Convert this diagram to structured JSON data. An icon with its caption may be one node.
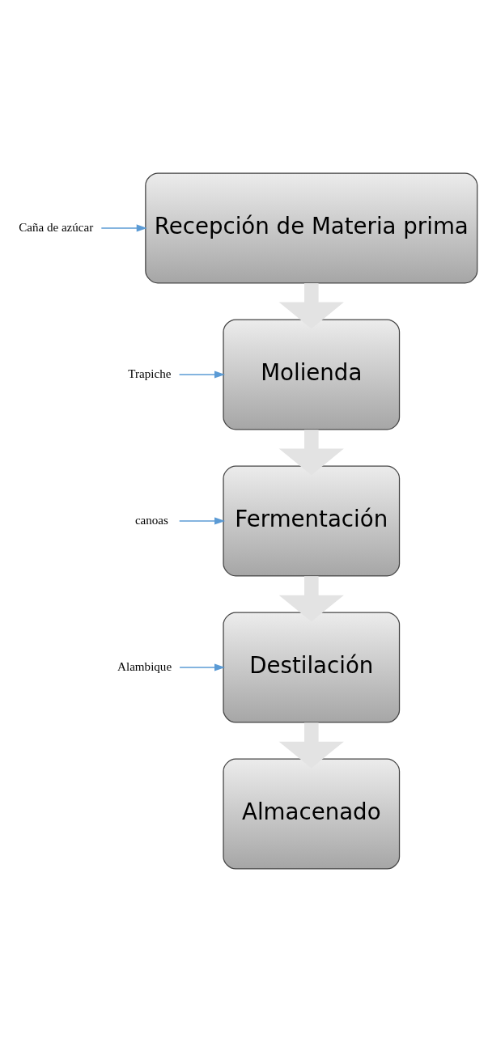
{
  "diagram": {
    "nodes": [
      {
        "text": [
          "Caña de azúcar"
        ]
      },
      {
        "text": [
          "Recepción de Materia prima"
        ]
      },
      {
        "text": [
          "Trapiche"
        ]
      },
      {
        "text": [
          "Molienda"
        ]
      },
      {
        "text": [
          "canoas"
        ]
      },
      {
        "text": [
          "Fermentación"
        ]
      },
      {
        "text": [
          "Alambique"
        ]
      },
      {
        "text": [
          "Destilación"
        ]
      },
      {
        "text": [
          "Almacenado"
        ]
      }
    ],
    "edges": [
      {
        "from": 0,
        "to": 1,
        "arrow": "to",
        "color": "#5b9bd5"
      },
      {
        "from": 1,
        "to": 3,
        "arrow": "to",
        "style": "thick",
        "color": "#e3e3e3"
      },
      {
        "from": 2,
        "to": 3,
        "arrow": "to",
        "color": "#5b9bd5"
      },
      {
        "from": 3,
        "to": 5,
        "arrow": "to",
        "style": "thick",
        "color": "#e3e3e3"
      },
      {
        "from": 4,
        "to": 5,
        "arrow": "to",
        "color": "#5b9bd5"
      },
      {
        "from": 5,
        "to": 7,
        "arrow": "to",
        "style": "thick",
        "color": "#e3e3e3"
      },
      {
        "from": 6,
        "to": 7,
        "arrow": "to",
        "color": "#5b9bd5"
      },
      {
        "from": 7,
        "to": 8,
        "arrow": "to",
        "style": "thick",
        "color": "#e3e3e3"
      }
    ]
  }
}
